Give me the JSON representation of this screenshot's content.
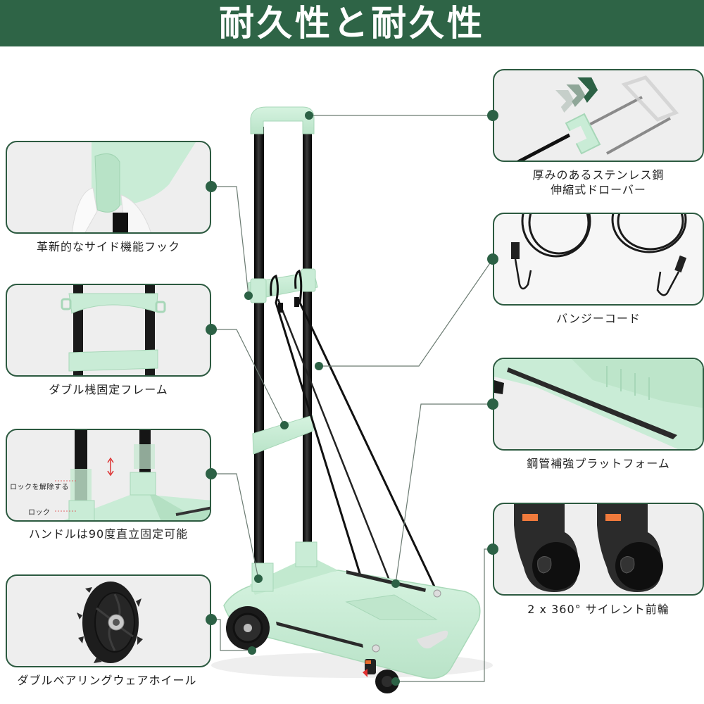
{
  "banner": {
    "title": "耐久性と耐久性",
    "background_color": "#2e6446",
    "text_color": "#ffffff"
  },
  "theme": {
    "accent_color": "#2c6145",
    "panel_border_color": "#2c5a40",
    "panel_background": "#eeeeee",
    "product_color": "#c9ecd6",
    "frame_color": "#111111"
  },
  "features_left": [
    {
      "id": "side-hook",
      "caption": "革新的なサイド機能フック",
      "icon": "hook-image"
    },
    {
      "id": "double-frame",
      "caption": "ダブル桟固定フレーム",
      "icon": "frame-image"
    },
    {
      "id": "handle-lock",
      "caption": "ハンドルは90度直立固定可能",
      "icon": "handle-lock-image",
      "annotations": {
        "unlock": "ロックを解除する",
        "lock": "ロック"
      }
    },
    {
      "id": "wheel",
      "caption": "ダブルベアリングウェアホイール",
      "icon": "wheel-image"
    }
  ],
  "features_right": [
    {
      "id": "drawbar",
      "caption_line1": "厚みのあるステンレス鋼",
      "caption_line2": "伸縮式ドローバー",
      "icon": "telescopic-handle-image"
    },
    {
      "id": "bungee",
      "caption": "バンジーコード",
      "icon": "bungee-cord-image"
    },
    {
      "id": "platform",
      "caption": "鋼管補強プラットフォーム",
      "icon": "platform-image"
    },
    {
      "id": "casters",
      "caption": "2 x 360° サイレント前輪",
      "icon": "caster-wheels-image"
    }
  ]
}
